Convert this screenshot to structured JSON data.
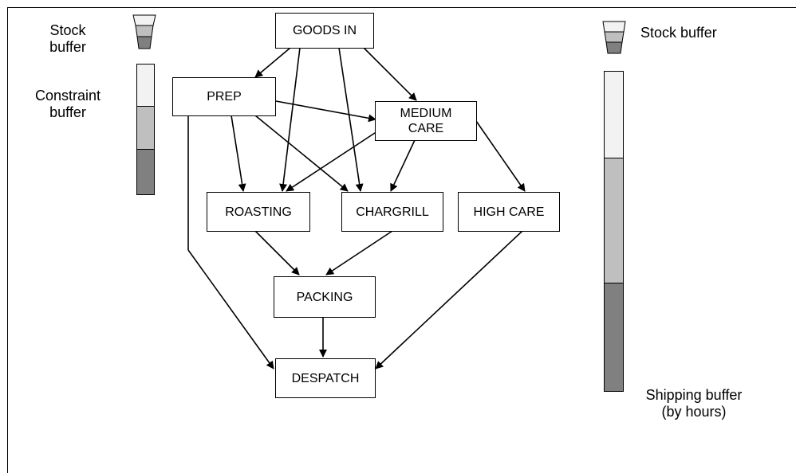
{
  "nodes": {
    "goods_in": "GOODS IN",
    "prep": "PREP",
    "medium_care": "MEDIUM\nCARE",
    "roasting": "ROASTING",
    "chargrill": "CHARGRILL",
    "high_care": "HIGH CARE",
    "packing": "PACKING",
    "despatch": "DESPATCH"
  },
  "legend": {
    "stock_buffer_left": "Stock\nbuffer",
    "constraint_buffer": "Constraint\nbuffer",
    "stock_buffer_right": "Stock buffer",
    "shipping_buffer": "Shipping buffer\n(by hours)"
  },
  "colors": {
    "light": "#f2f2f2",
    "mid": "#bfbfbf",
    "dark": "#808080",
    "line": "#000000"
  }
}
